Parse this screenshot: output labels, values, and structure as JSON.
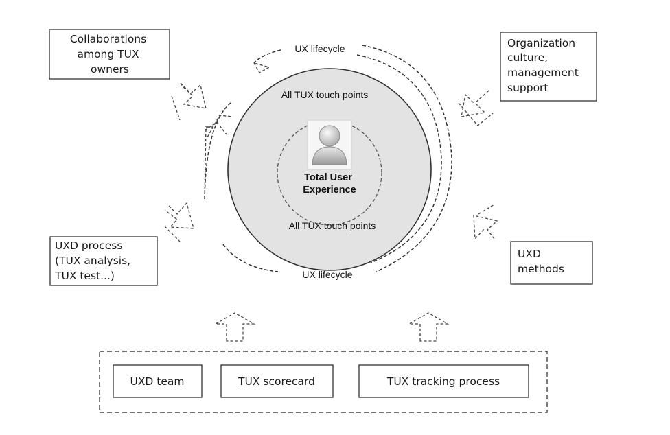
{
  "diagram": {
    "center": {
      "label_lines": [
        "Total User",
        "Experience"
      ],
      "icon": "user-avatar-icon"
    },
    "touch_points": {
      "top": "All TUX touch points",
      "bottom": "All TUX touch points"
    },
    "lifecycle": {
      "top": "UX lifecycle",
      "bottom": "UX lifecycle"
    },
    "factors": {
      "top_left": [
        "Collaborations",
        "among TUX",
        "owners"
      ],
      "top_right": [
        "Organization",
        "culture,",
        "management",
        "support"
      ],
      "bottom_left": [
        "UXD process",
        "(TUX analysis,",
        "TUX test...)"
      ],
      "bottom_right": [
        "UXD",
        "methods"
      ]
    },
    "foundation": {
      "items": [
        "UXD team",
        "TUX scorecard",
        "TUX tracking process"
      ]
    },
    "colors": {
      "ellipse_fill": "#e3e3e3",
      "stroke": "#333333",
      "arrow_stroke": "#444444"
    }
  }
}
